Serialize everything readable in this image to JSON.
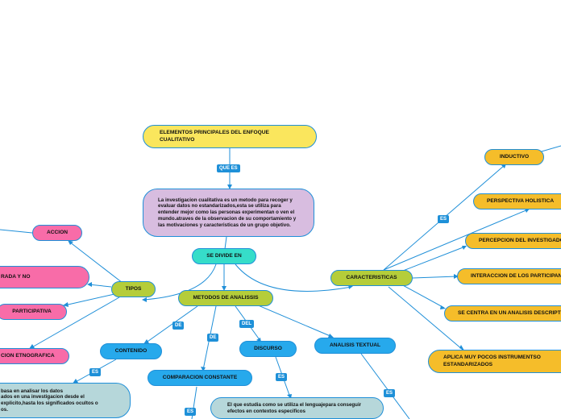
{
  "colors": {
    "edge": "#1f8fd8",
    "yellow": "#fae65d",
    "orange": "#f5bd2a",
    "lime": "#b5cd3a",
    "pink": "#f86ca8",
    "purple": "#d8bde0",
    "teal": "#36ddc9",
    "blue": "#27a9ec",
    "pale": "#b6d7da"
  },
  "nodes": {
    "title": "ELEMENTOS PRINCIPALES DEL ENFOQUE CUALITATIVO",
    "definition": "La investigacion cualitativa es un metodo para recoger y evaluar datos no estandarizados,esta se utiliza para entender mejor como las personas experimentan o ven el mundo.atraves de la observacion de su comportamiento y las motivaciones y caracteristicas de un grupo objetivo.",
    "se_divide_en": "SE DIVIDE EN",
    "metodos": "METODOS DE ANALISSIS",
    "tipos": "TIPOS",
    "accion": "ACCION",
    "estructurada": "RADA Y NO",
    "participativa": "PARTICIPATIVA",
    "etnografica": "CION ETNOGRAFICA",
    "contenido": "CONTENIDO",
    "contenido_desc": "basa en analisar los datos\nados en una investigacion desde el\nexplicito,hasta los significados ocultos o\nos.",
    "comparacion": "COMPARACION CONSTANTE",
    "discurso": "DISCURSO",
    "discurso_desc": "El que estudia como se utiliza el lenguajepara conseguir efectos en contextos especificos",
    "analisis_textual": "ANALISIS TEXTUAL",
    "caracteristicas": "CARACTERISTICAS",
    "inductivo": "INDUCTIVO",
    "holistica": "PERSPECTIVA HOLISTICA",
    "percepcion": "PERCEPCION DEL INVESTIGADOR",
    "interaccion": "INTERACCION DE LOS PARTICIPANTES",
    "descriptivo": "SE CENTRA EN UN ANALISIS DESCRIPTIVO",
    "instrumentos": "APLICA MUY POCOS INSTRUMENTSO ESTANDARIZADOS"
  },
  "labels": {
    "que_es": "QUE ES",
    "de_1": "DE",
    "de_2": "DE",
    "del": "DEL",
    "es_caracteristicas": "ES",
    "es_contenido": "ES",
    "es_comparacion": "ES",
    "es_discurso": "ES",
    "es_textual": "ES"
  }
}
